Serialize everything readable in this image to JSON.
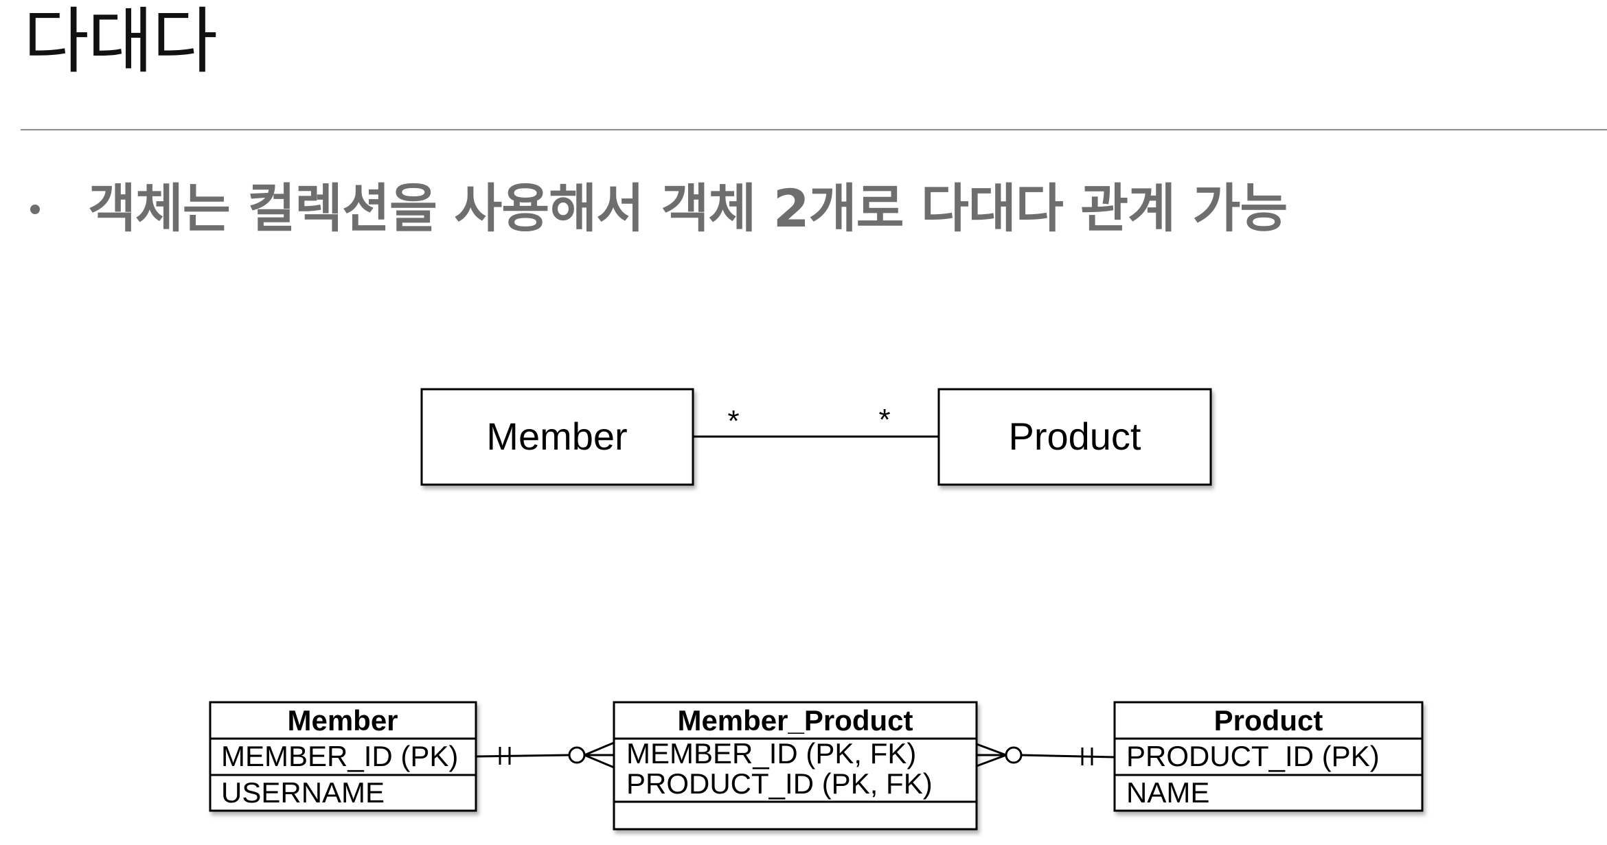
{
  "slide": {
    "title": "다대다",
    "bullet": "객체는 컬렉션을 사용해서 객체 2개로 다대다 관계 가능"
  },
  "class_diagram": {
    "left_class": "Member",
    "right_class": "Product",
    "left_multiplicity": "*",
    "right_multiplicity": "*"
  },
  "erd": {
    "member_table": {
      "name": "Member",
      "columns": [
        "MEMBER_ID (PK)",
        "USERNAME"
      ]
    },
    "join_table": {
      "name": "Member_Product",
      "columns": [
        "MEMBER_ID (PK, FK)",
        "PRODUCT_ID (PK, FK)"
      ]
    },
    "product_table": {
      "name": "Product",
      "columns": [
        "PRODUCT_ID (PK)",
        "NAME"
      ]
    }
  }
}
